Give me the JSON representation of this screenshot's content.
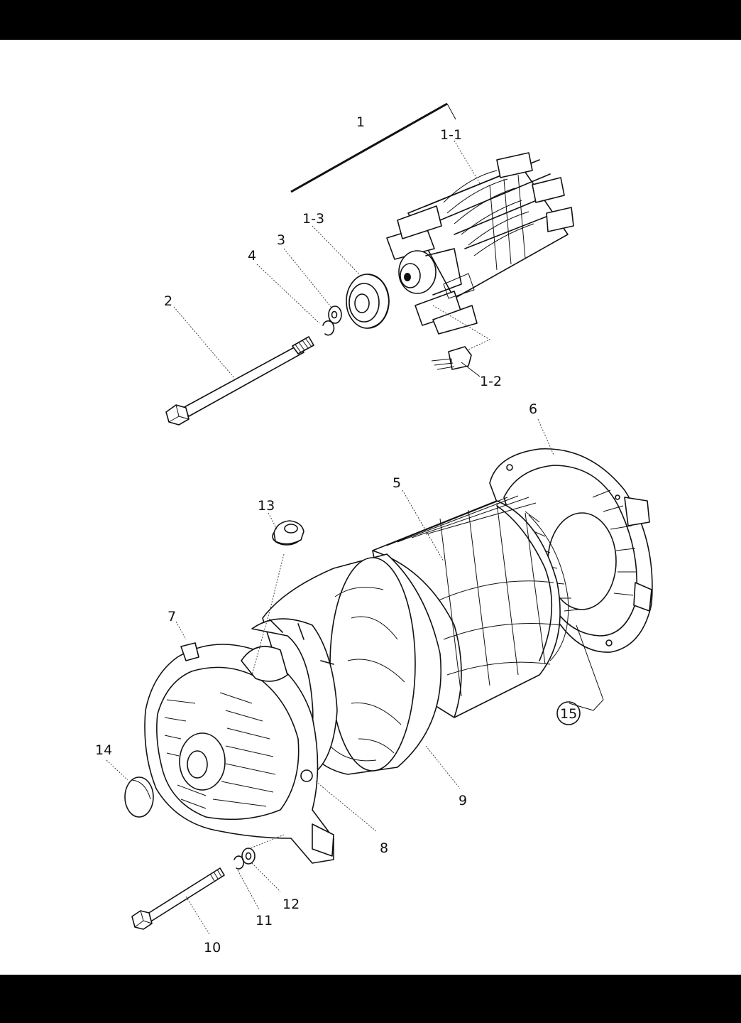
{
  "colors": {
    "bar": "#000000",
    "ink": "#111111",
    "paper": "#ffffff"
  },
  "labels": {
    "p1": "1",
    "p1_1": "1-1",
    "p1_2": "1-2",
    "p1_3": "1-3",
    "p2": "2",
    "p3": "3",
    "p4": "4",
    "p5": "5",
    "p6": "6",
    "p7": "7",
    "p8": "8",
    "p9": "9",
    "p10": "10",
    "p11": "11",
    "p12": "12",
    "p13": "13",
    "p14": "14",
    "p15": "15"
  }
}
